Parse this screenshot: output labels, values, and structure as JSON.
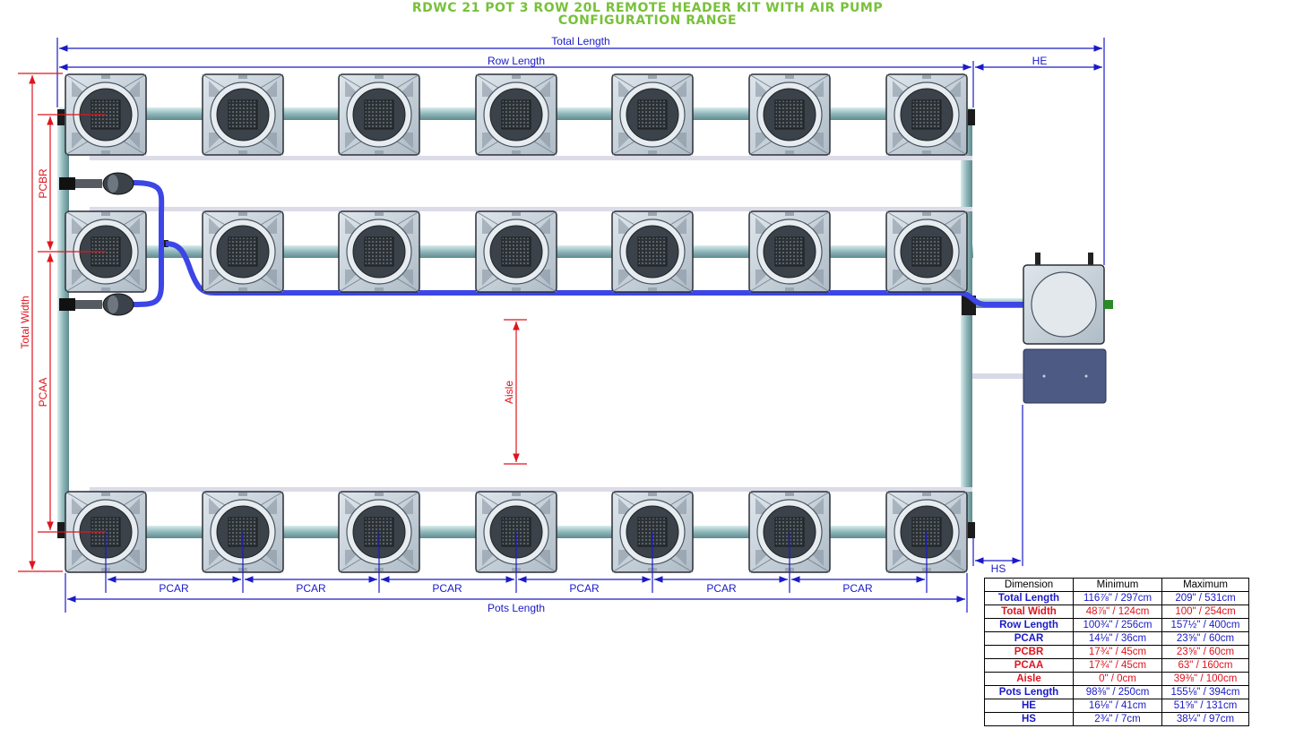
{
  "title": {
    "line1": "RDWC 21 POT 3 ROW 20L REMOTE HEADER KIT WITH AIR PUMP",
    "line2": "CONFIGURATION RANGE"
  },
  "labels": {
    "total_length": "Total Length",
    "row_length": "Row Length",
    "he": "HE",
    "hs": "HS",
    "total_width": "Total Width",
    "pcbr": "PCBR",
    "pcaa": "PCAA",
    "aisle": "Aisle",
    "pcar": "PCAR",
    "pots_length": "Pots Length"
  },
  "colors": {
    "title": "#78c13a",
    "blue_dim": "#1a1ac8",
    "red_dim": "#e0141e",
    "pot_fill": "#c5cfd8",
    "pipe": "#9fc1c4",
    "hose": "#3c46e6"
  },
  "layout_info": {
    "rows": 3,
    "pots_per_row": 7,
    "pcar_count": 6
  },
  "table": {
    "headers": [
      "Dimension",
      "Minimum",
      "Maximum"
    ],
    "rows": [
      {
        "name": "Total Length",
        "min": "116⅞\" / 297cm",
        "max": "209\" / 531cm",
        "color": "blue"
      },
      {
        "name": "Total Width",
        "min": "48⅞\" / 124cm",
        "max": "100\" / 254cm",
        "color": "red"
      },
      {
        "name": "Row Length",
        "min": "100¾\" / 256cm",
        "max": "157½\" / 400cm",
        "color": "blue"
      },
      {
        "name": "PCAR",
        "min": "14⅛\" / 36cm",
        "max": "23⅝\" / 60cm",
        "color": "blue"
      },
      {
        "name": "PCBR",
        "min": "17¾\" / 45cm",
        "max": "23⅝\" / 60cm",
        "color": "red"
      },
      {
        "name": "PCAA",
        "min": "17¾\" / 45cm",
        "max": "63\" / 160cm",
        "color": "red"
      },
      {
        "name": "Aisle",
        "min": "0\" / 0cm",
        "max": "39⅜\" / 100cm",
        "color": "red"
      },
      {
        "name": "Pots Length",
        "min": "98⅜\" / 250cm",
        "max": "155⅛\" / 394cm",
        "color": "blue"
      },
      {
        "name": "HE",
        "min": "16⅛\" / 41cm",
        "max": "51⅝\" / 131cm",
        "color": "blue"
      },
      {
        "name": "HS",
        "min": "2¾\" / 7cm",
        "max": "38¼\" / 97cm",
        "color": "blue"
      }
    ]
  }
}
